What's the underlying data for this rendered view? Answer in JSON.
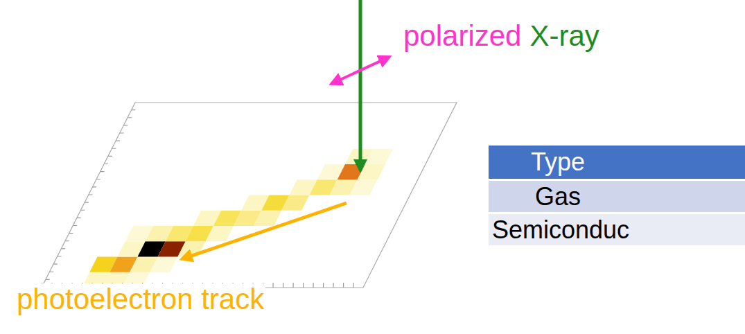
{
  "diagram": {
    "labels": [
      "polarized",
      "X-ray",
      "photoelectron track",
      "Type",
      "Gas",
      "Semiconduc"
    ]
  }
}
